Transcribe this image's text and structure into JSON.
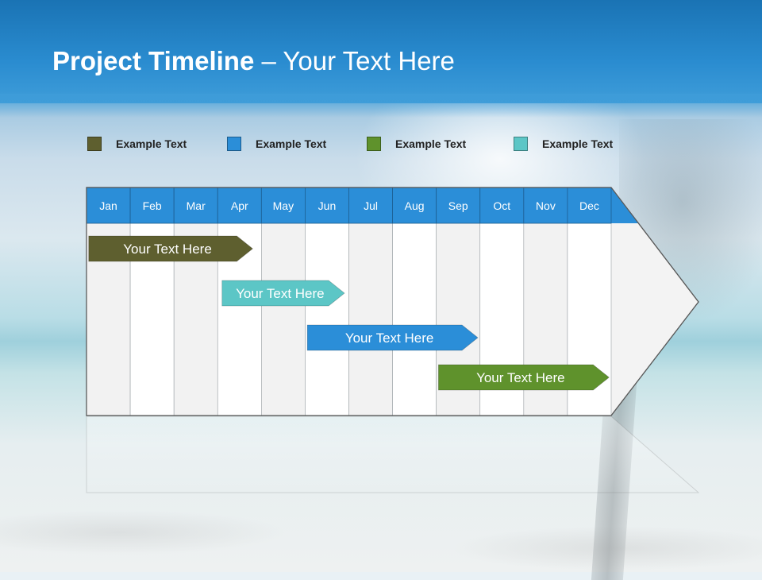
{
  "slide": {
    "title_bold": "Project Timeline",
    "title_rest": " – Your Text Here"
  },
  "legend": [
    {
      "label": "Example Text",
      "color": "#5e5f2f"
    },
    {
      "label": "Example Text",
      "color": "#2b8ed8"
    },
    {
      "label": "Example Text",
      "color": "#5f922c"
    },
    {
      "label": "Example Text",
      "color": "#5cc6c6"
    }
  ],
  "colors": {
    "header": "#2a8cd0",
    "month_header": "#2b8ed8",
    "column_light": "#f2f2f2",
    "column_white": "#ffffff"
  },
  "chart_data": {
    "type": "gantt",
    "months": [
      "Jan",
      "Feb",
      "Mar",
      "Apr",
      "May",
      "Jun",
      "Jul",
      "Aug",
      "Sep",
      "Oct",
      "Nov",
      "Dec"
    ],
    "tasks": [
      {
        "label": "Your  Text Here",
        "start": 0.05,
        "end": 3.8,
        "color": "#5e5f2f"
      },
      {
        "label": "Your  Text Here",
        "start": 3.1,
        "end": 5.9,
        "color": "#5cc6c6"
      },
      {
        "label": "Your  Text Here",
        "start": 5.05,
        "end": 8.95,
        "color": "#2b8ed8"
      },
      {
        "label": "Your  Text Here",
        "start": 8.05,
        "end": 11.95,
        "color": "#5f922c"
      }
    ]
  }
}
